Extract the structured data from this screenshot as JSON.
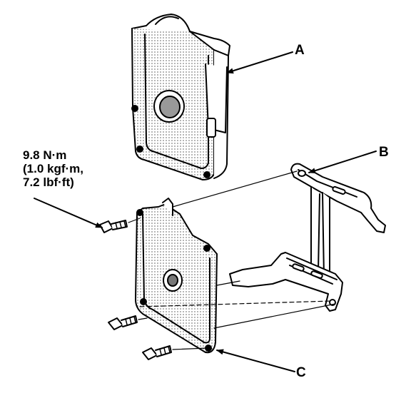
{
  "callouts": {
    "part_a": "A",
    "part_b": "B",
    "part_c": "C"
  },
  "torque_spec": {
    "line1": "9.8 N·m",
    "line2": "(1.0 kgf·m,",
    "line3": "7.2 lbf·ft)"
  }
}
